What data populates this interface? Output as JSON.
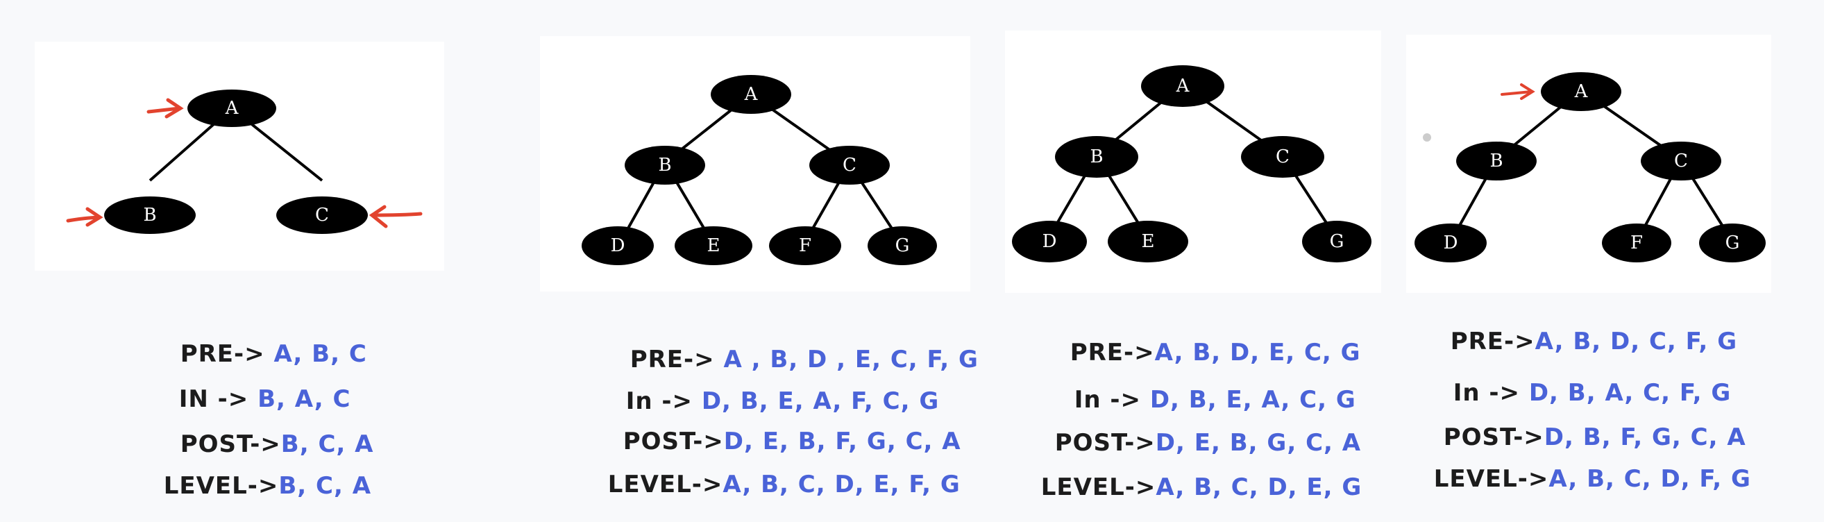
{
  "colors": {
    "node": "#000000",
    "node_text": "#ffffff",
    "arrow": "#e2432e",
    "label": "#1c1c1c",
    "value": "#4a63d8"
  },
  "diagrams": [
    {
      "nodes": [
        "A",
        "B",
        "C"
      ],
      "labels": {
        "pre": "PRE-> ",
        "in": "IN -> ",
        "post": "POST->",
        "level": "LEVEL->"
      },
      "values": {
        "pre": "A, B, C",
        "in": "B, A, C",
        "post": "B, C, A",
        "level": "B, C, A"
      }
    },
    {
      "nodes": [
        "A",
        "B",
        "C",
        "D",
        "E",
        "F",
        "G"
      ],
      "labels": {
        "pre": "PRE-> ",
        "in": "In -> ",
        "post": "POST->",
        "level": "LEVEL->"
      },
      "values": {
        "pre": "A , B, D , E, C, F, G",
        "in": "D, B, E, A, F, C, G",
        "post": "D, E, B, F, G, C, A",
        "level": "A, B, C, D, E, F, G"
      }
    },
    {
      "nodes": [
        "A",
        "B",
        "C",
        "D",
        "E",
        "G"
      ],
      "labels": {
        "pre": "PRE->",
        "in": "In -> ",
        "post": "POST->",
        "level": "LEVEL->"
      },
      "values": {
        "pre": "A, B, D, E, C, G",
        "in": "D, B, E, A, C, G",
        "post": "D, E, B, G, C, A",
        "level": "A, B, C, D, E, G"
      }
    },
    {
      "nodes": [
        "A",
        "B",
        "C",
        "D",
        "F",
        "G"
      ],
      "labels": {
        "pre": "PRE->",
        "in": "In -> ",
        "post": "POST->",
        "level": "LEVEL->"
      },
      "values": {
        "pre": "A, B, D, C, F, G",
        "in": "D, B, A, C, F, G",
        "post": "D, B, F, G, C, A",
        "level": "A, B, C, D, F, G"
      }
    }
  ]
}
